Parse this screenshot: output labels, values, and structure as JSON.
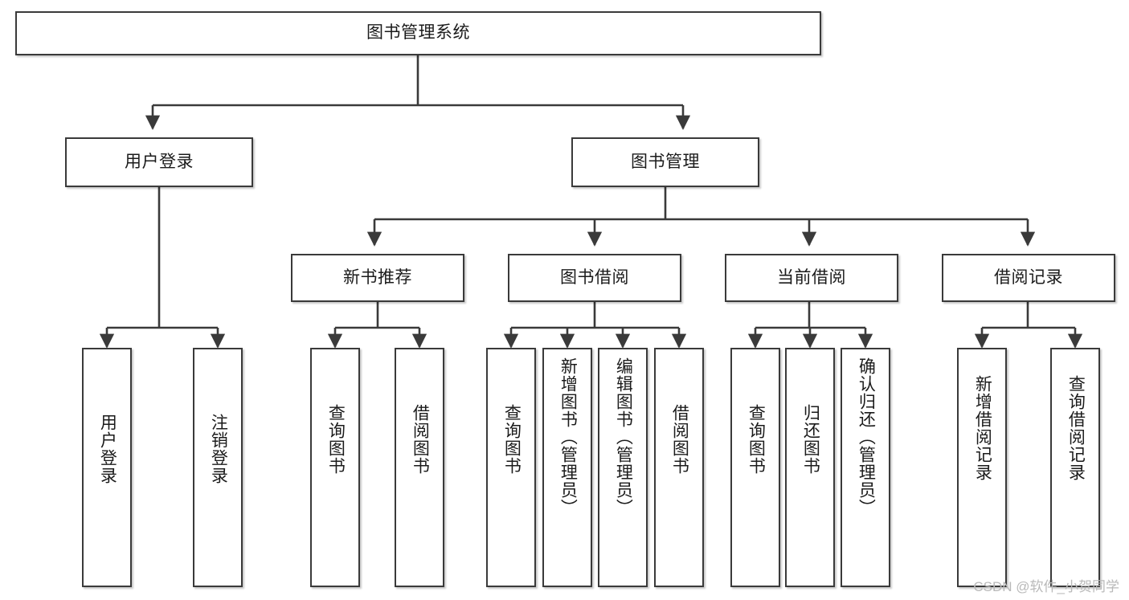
{
  "diagram": {
    "title": "图书管理系统",
    "type": "tree-hierarchy",
    "watermark": "CSDN @软件_小贺同学",
    "colors": {
      "stroke": "#3a3a3a",
      "background": "#ffffff",
      "text": "#1b1b1b",
      "watermark": "#b9b9b9"
    },
    "nodes": {
      "root": {
        "label": "图书管理系统"
      },
      "level2": [
        {
          "id": "user-login",
          "label": "用户登录"
        },
        {
          "id": "book-manage",
          "label": "图书管理"
        }
      ],
      "level3": [
        {
          "id": "new-book-recommend",
          "label": "新书推荐"
        },
        {
          "id": "book-borrow",
          "label": "图书借阅"
        },
        {
          "id": "current-borrow",
          "label": "当前借阅"
        },
        {
          "id": "borrow-record",
          "label": "借阅记录"
        }
      ],
      "leaves": [
        {
          "id": "leaf-user-login",
          "label": "用户登录",
          "parent": "user-login"
        },
        {
          "id": "leaf-logout",
          "label": "注销登录",
          "parent": "user-login"
        },
        {
          "id": "leaf-query-book-1",
          "label": "查询图书",
          "parent": "new-book-recommend"
        },
        {
          "id": "leaf-borrow-book-1",
          "label": "借阅图书",
          "parent": "new-book-recommend"
        },
        {
          "id": "leaf-query-book-2",
          "label": "查询图书",
          "parent": "book-borrow"
        },
        {
          "id": "leaf-add-book",
          "label": "新增图书（管理员）",
          "parent": "book-borrow"
        },
        {
          "id": "leaf-edit-book",
          "label": "编辑图书（管理员）",
          "parent": "book-borrow"
        },
        {
          "id": "leaf-borrow-book-2",
          "label": "借阅图书",
          "parent": "book-borrow"
        },
        {
          "id": "leaf-query-book-3",
          "label": "查询图书",
          "parent": "current-borrow"
        },
        {
          "id": "leaf-return-book",
          "label": "归还图书",
          "parent": "current-borrow"
        },
        {
          "id": "leaf-confirm-return",
          "label": "确认归还（管理员）",
          "parent": "current-borrow"
        },
        {
          "id": "leaf-add-record",
          "label": "新增借阅记录",
          "parent": "borrow-record"
        },
        {
          "id": "leaf-query-record",
          "label": "查询借阅记录",
          "parent": "borrow-record"
        }
      ]
    }
  }
}
